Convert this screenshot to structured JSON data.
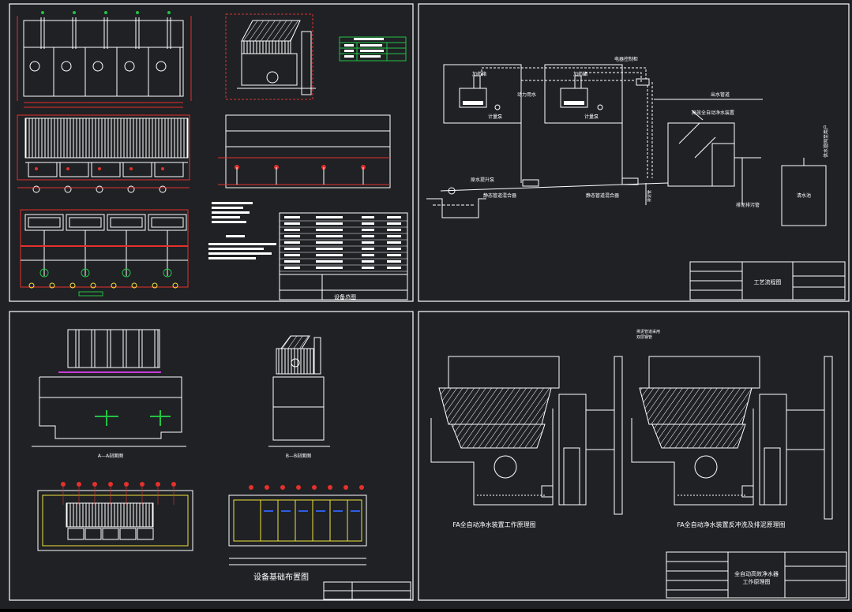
{
  "colors": {
    "background": "#1f2125",
    "line": "#ffffff",
    "red": "#e4312b",
    "green": "#23c243",
    "yellow": "#f2e23a",
    "blue": "#2f5de0",
    "magenta": "#c83bd6"
  },
  "sheet_equipment": {
    "title_block_title": "设备总图"
  },
  "sheet_process": {
    "labels": {
      "electrical_control_box": "电器控制柜",
      "dosing_box_1": "加药箱",
      "dosing_box_2": "加药箱",
      "metering_pump_1": "计量泵",
      "metering_pump_2": "计量泵",
      "power_water": "动力用水",
      "purifier": "高效全自动净水装置",
      "outlet_water": "出水管道",
      "raw_water_pump": "原水提升泵",
      "static_mixer_1": "静态管道混合器",
      "static_mixer_2": "静态管道混合器",
      "drain_sludge": "排泥管",
      "drain_outlet": "排泥排污管",
      "clear_tank": "清水池",
      "right_vertical": "供水管网至用户"
    },
    "title_block_title": "工艺流程图"
  },
  "sheet_foundation": {
    "section_a": "A—A剖面图",
    "section_b": "B—B剖面图",
    "title": "设备基础布置图"
  },
  "sheet_principle": {
    "caption_work": "FA全自动净水装置工作原理图",
    "caption_backwash": "FA全自动净水装置反冲洗及排泥原理图",
    "top_note": "排泥管道采用\n双层钢管",
    "title_block_line1": "全自动高效净水器",
    "title_block_line2": "工作原理图"
  }
}
